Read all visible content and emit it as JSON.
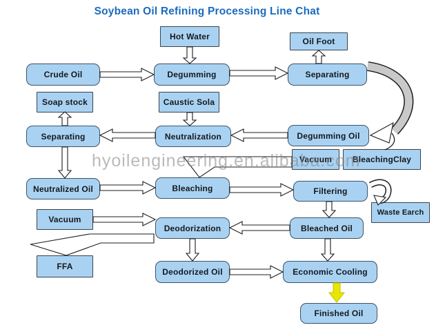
{
  "title": "Soybean Oil Refining Processing Line Chat",
  "watermark": "hyoilengineering.en.alibaba.com",
  "colors": {
    "title_text": "#1a6bbf",
    "box_fill": "#a9d2f2",
    "box_border": "#3d5166",
    "curved_arrow_fill": "#c9c9c9",
    "highlight_arrow": "#eae600",
    "watermark_text": "#828282"
  },
  "nodes": [
    {
      "id": "hot-water",
      "label": "Hot Water"
    },
    {
      "id": "oil-foot",
      "label": "Oil Foot"
    },
    {
      "id": "crude-oil",
      "label": "Crude Oil"
    },
    {
      "id": "degumming",
      "label": "Degumming"
    },
    {
      "id": "separating-1",
      "label": "Separating"
    },
    {
      "id": "soap-stock",
      "label": "Soap stock"
    },
    {
      "id": "caustic-sola",
      "label": "Caustic Sola"
    },
    {
      "id": "separating-2",
      "label": "Separating"
    },
    {
      "id": "neutralization",
      "label": "Neutralization"
    },
    {
      "id": "degumming-oil",
      "label": "Degumming Oil"
    },
    {
      "id": "vacuum-1",
      "label": "Vacuum"
    },
    {
      "id": "bleaching-clay",
      "label": "BleachingClay"
    },
    {
      "id": "neutralized-oil",
      "label": "Neutralized Oil"
    },
    {
      "id": "bleaching",
      "label": "Bleaching"
    },
    {
      "id": "filtering",
      "label": "Filtering"
    },
    {
      "id": "waste-earch",
      "label": "Waste Earch"
    },
    {
      "id": "vacuum-2",
      "label": "Vacuum"
    },
    {
      "id": "deodorization",
      "label": "Deodorization"
    },
    {
      "id": "bleached-oil",
      "label": "Bleached Oil"
    },
    {
      "id": "ffa",
      "label": "FFA"
    },
    {
      "id": "deodorized-oil",
      "label": "Deodorized Oil"
    },
    {
      "id": "economic-cooling",
      "label": "Economic Cooling"
    },
    {
      "id": "finished-oil",
      "label": "Finished Oil"
    }
  ],
  "edges": [
    {
      "from": "Hot Water",
      "to": "Degumming"
    },
    {
      "from": "Crude Oil",
      "to": "Degumming"
    },
    {
      "from": "Degumming",
      "to": "Separating"
    },
    {
      "from": "Separating",
      "to": "Oil Foot"
    },
    {
      "from": "Separating",
      "to": "Degumming Oil"
    },
    {
      "from": "Separating",
      "to": "BleachingClay"
    },
    {
      "from": "Degumming Oil",
      "to": "Neutralization"
    },
    {
      "from": "Caustic Sola",
      "to": "Neutralization"
    },
    {
      "from": "Neutralization",
      "to": "Separating"
    },
    {
      "from": "Separating",
      "to": "Soap stock"
    },
    {
      "from": "Separating",
      "to": "Neutralized Oil"
    },
    {
      "from": "Neutralized Oil",
      "to": "Bleaching"
    },
    {
      "from": "Vacuum",
      "to": "Bleaching"
    },
    {
      "from": "Bleaching",
      "to": "Filtering"
    },
    {
      "from": "Filtering",
      "to": "Waste Earch"
    },
    {
      "from": "Filtering",
      "to": "Bleached Oil"
    },
    {
      "from": "Bleached Oil",
      "to": "Deodorization"
    },
    {
      "from": "Vacuum",
      "to": "Deodorization"
    },
    {
      "from": "Deodorization",
      "to": "FFA"
    },
    {
      "from": "Deodorization",
      "to": "Deodorized Oil"
    },
    {
      "from": "Deodorized Oil",
      "to": "Economic Cooling"
    },
    {
      "from": "Bleached Oil",
      "to": "Economic Cooling"
    },
    {
      "from": "Economic Cooling",
      "to": "Finished Oil",
      "highlight": true
    }
  ]
}
